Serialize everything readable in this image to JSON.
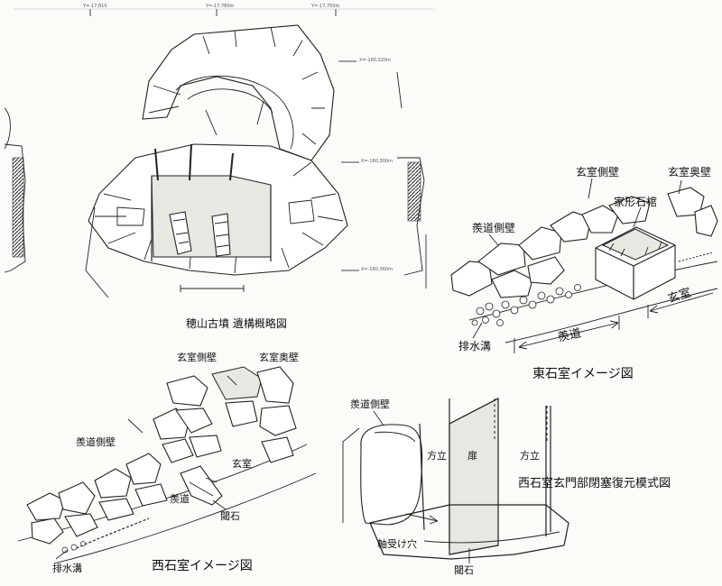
{
  "plan": {
    "caption": "穂山古墳 遺構概略図",
    "coord_labels": [
      "Y=-17,810",
      "Y=-17,780m",
      "Y=-17,750m",
      "X=-160,320m",
      "X=-160,300m",
      "X=-160,360m"
    ]
  },
  "east_chamber": {
    "title": "東石室イメージ図",
    "labels": {
      "genshitsu_sokuheki": "玄室側壁",
      "genshitsu_okuheki": "玄室奥壁",
      "iegata_sekkan": "家形石棺",
      "sendou_sokuheki": "羨道側壁",
      "haisuikou": "排水溝",
      "sendou": "羨道",
      "genshitsu": "玄室"
    }
  },
  "west_chamber": {
    "title": "西石室イメージ図",
    "labels": {
      "genshitsu_sokuheki": "玄室側壁",
      "genshitsu_okuheki": "玄室奥壁",
      "sendou_sokuheki": "羨道側壁",
      "genshitsu": "玄室",
      "sendou": "羨道",
      "shikiishi": "閾石",
      "haisuikou": "排水溝"
    }
  },
  "gate": {
    "title": "西石室玄門部閉塞復元模式図",
    "labels": {
      "sendou_sokuheki": "羨道側壁",
      "houdate_left": "方立",
      "tobira": "扉",
      "houdate_right": "方立",
      "jikuuke": "軸受け穴",
      "shikiishi": "閾石"
    }
  }
}
